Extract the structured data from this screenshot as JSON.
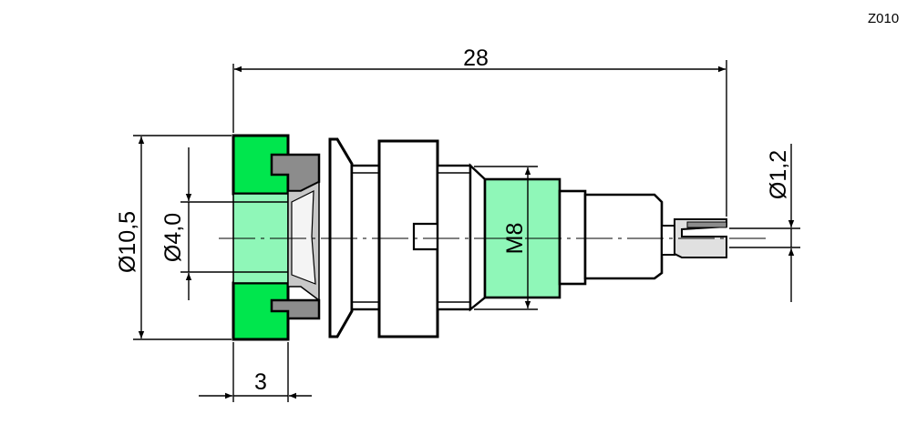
{
  "drawing": {
    "code": "Z010",
    "dimensions": {
      "total_length": "28",
      "outer_diameter": "Ø10,5",
      "bore_diameter": "Ø4,0",
      "thread": "M8",
      "pin_diameter": "Ø1,2",
      "head_width": "3"
    },
    "colors": {
      "head_green": "#00e64d",
      "bore_green": "#8ff7b8",
      "thread_green": "#8ff7b8",
      "insert_gray": "#8c8c8c",
      "outline": "#000000"
    }
  }
}
